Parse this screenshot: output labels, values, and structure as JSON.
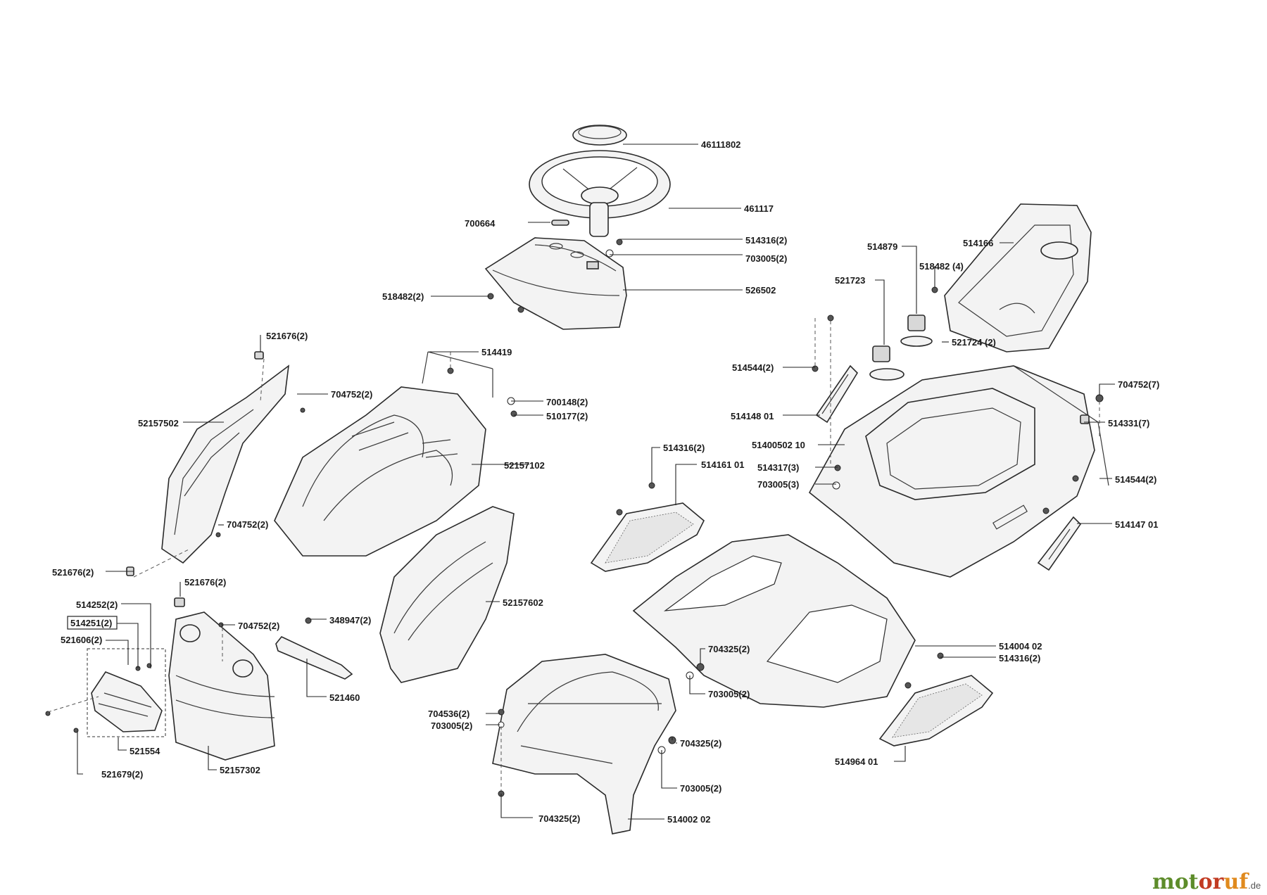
{
  "labels": {
    "l_46111802": "46111802",
    "l_461117": "461117",
    "l_700664": "700664",
    "l_514316a": "514316(2)",
    "l_703005a": "703005(2)",
    "l_526502": "526502",
    "l_518482a": "518482(2)",
    "l_521676a": "521676(2)",
    "l_514419": "514419",
    "l_704752a": "704752(2)",
    "l_700148": "700148(2)",
    "l_510177": "510177(2)",
    "l_52157502": "52157502",
    "l_52157102": "52157102",
    "l_704752b": "704752(2)",
    "l_521676b": "521676(2)",
    "l_521676c": "521676(2)",
    "l_514252": "514252(2)",
    "l_514251": "514251(2)",
    "l_521606": "521606(2)",
    "l_704752c": "704752(2)",
    "l_348947": "348947(2)",
    "l_52157602": "52157602",
    "l_521460": "521460",
    "l_521554": "521554",
    "l_52157302": "52157302",
    "l_521679": "521679(2)",
    "l_704536": "704536(2)",
    "l_703005b": "703005(2)",
    "l_704325a": "704325(2)",
    "l_703005c": "703005(2)",
    "l_704325b": "704325(2)",
    "l_703005d": "703005(2)",
    "l_704325c": "704325(2)",
    "l_514002": "514002 02",
    "l_514879": "514879",
    "l_514166": "514166",
    "l_521723": "521723",
    "l_518482b": "518482 (4)",
    "l_521724": "521724 (2)",
    "l_514544a": "514544(2)",
    "l_704752d": "704752(7)",
    "l_514148": "514148 01",
    "l_514331": "514331(7)",
    "l_51400502": "51400502 10",
    "l_514316b": "514316(2)",
    "l_514161": "514161 01",
    "l_514317": "514317(3)",
    "l_703005e": "703005(3)",
    "l_514544b": "514544(2)",
    "l_514147": "514147 01",
    "l_514004": "514004 02",
    "l_514316c": "514316(2)",
    "l_514964": "514964 01"
  },
  "logo": {
    "part1": "mot",
    "part2": "or",
    "part3": "uf",
    "tld": ".de"
  },
  "colors": {
    "line": "#2a2a2a",
    "part_fill": "#f3f3f3",
    "logo_green": "#5d8c2a",
    "logo_red": "#c23b22",
    "logo_orange": "#e08a1e"
  }
}
